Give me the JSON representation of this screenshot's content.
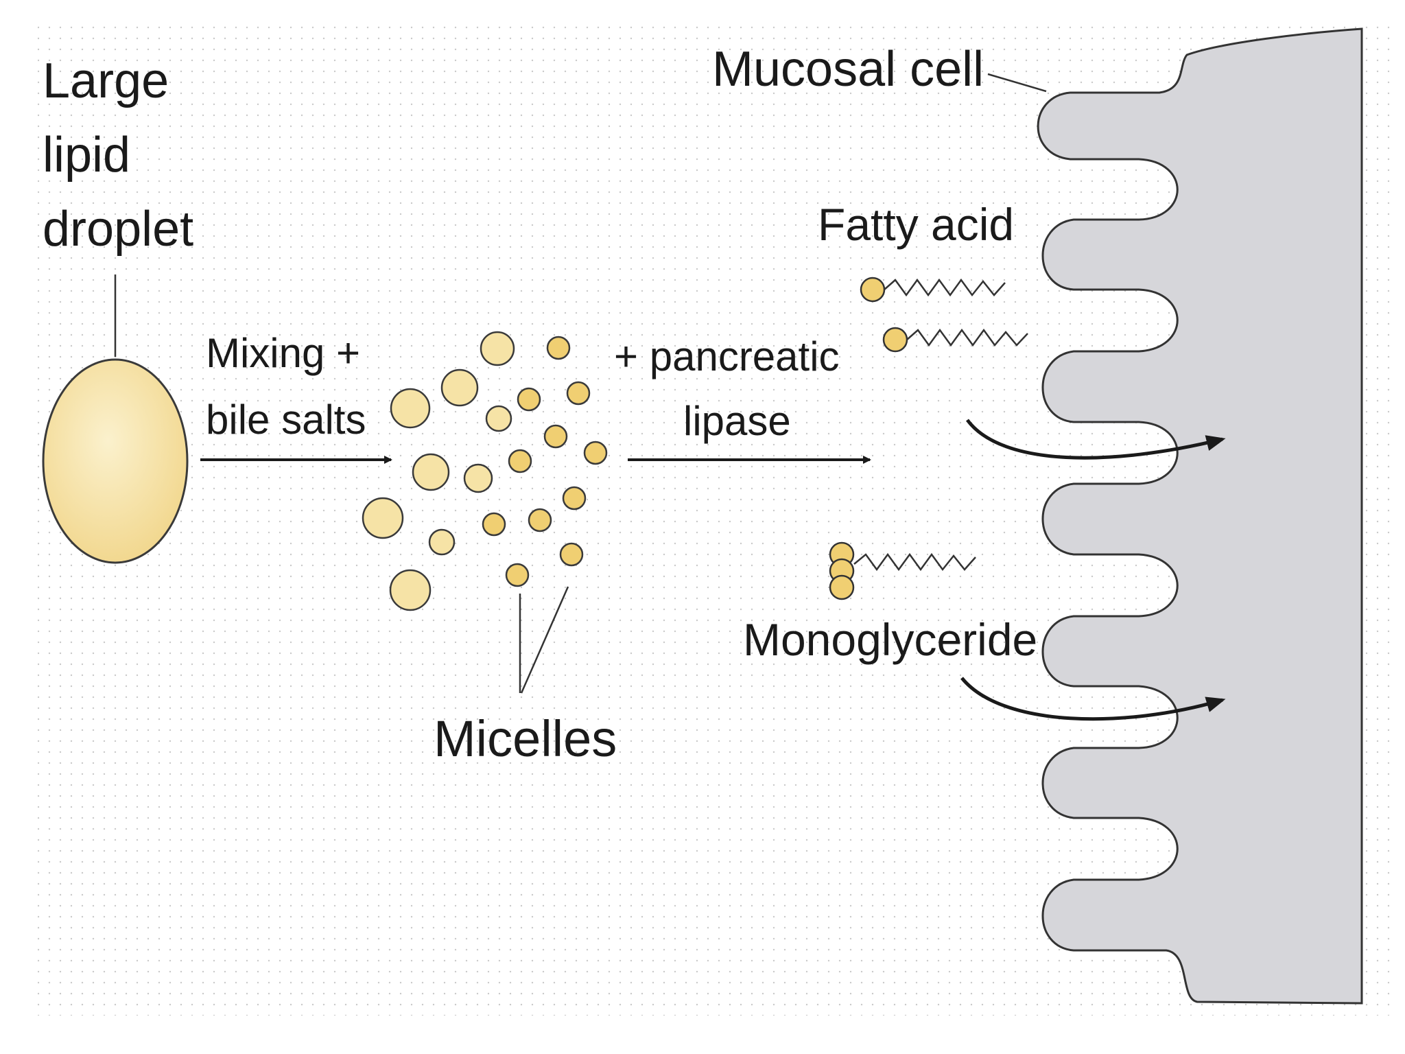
{
  "labels": {
    "large_lipid_droplet": [
      "Large",
      "lipid",
      "droplet"
    ],
    "mixing_bile_salts": [
      "Mixing +",
      "bile salts"
    ],
    "pancreatic_lipase": [
      "+ pancreatic",
      "lipase"
    ],
    "micelles": "Micelles",
    "mucosal_cell": "Mucosal cell",
    "fatty_acid": "Fatty acid",
    "monoglyceride": "Monoglyceride"
  },
  "colors": {
    "lipid_fill": "#f6e3a6",
    "small_micelle_fill": "#f0cf72",
    "outline": "#3a3a3a",
    "cell_fill": "#d3d3d8",
    "text": "#1a1a1a"
  }
}
